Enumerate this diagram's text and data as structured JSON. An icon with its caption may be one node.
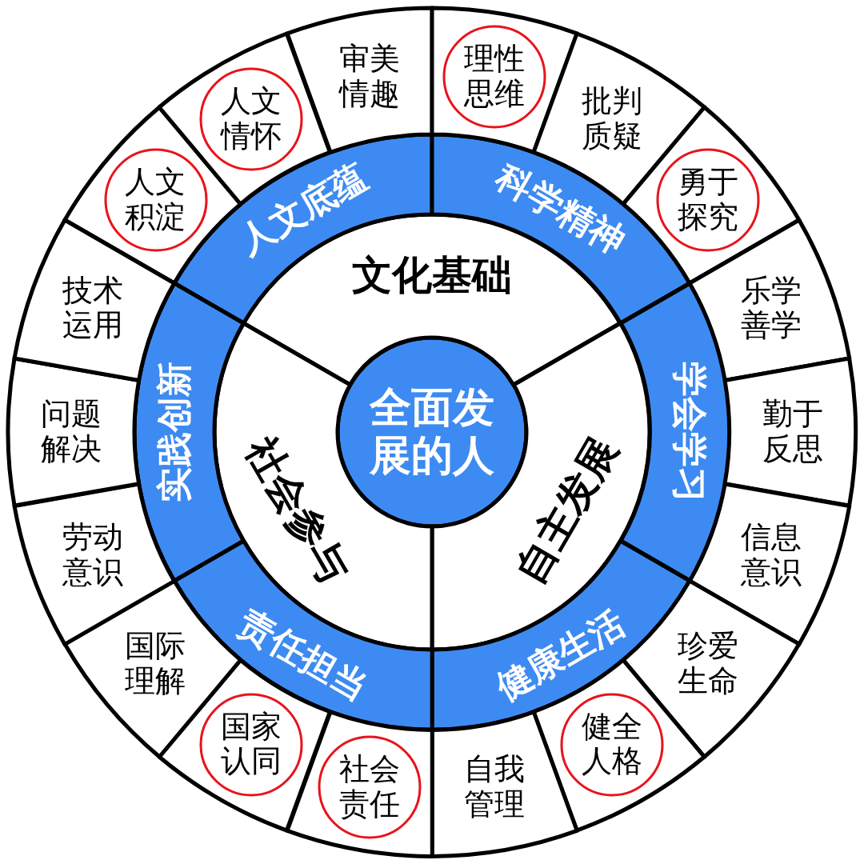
{
  "diagram": {
    "nodes": [
      {
        "text": [
          "全面发展的人"
        ]
      },
      {
        "text": [
          "文化基础"
        ]
      },
      {
        "text": [
          "自主发展"
        ]
      },
      {
        "text": [
          "社会参与"
        ]
      },
      {
        "text": [
          "人文底蕴"
        ]
      },
      {
        "text": [
          "科学精神"
        ]
      },
      {
        "text": [
          "学会学习"
        ]
      },
      {
        "text": [
          "健康生活"
        ]
      },
      {
        "text": [
          "责任担当"
        ]
      },
      {
        "text": [
          "实践创新"
        ]
      },
      {
        "text": [],
        "shape": "box"
      },
      {
        "text": [
          "人文积淀"
        ],
        "in": 10
      },
      {
        "text": [],
        "shape": "box"
      },
      {
        "text": [
          "人文情怀"
        ],
        "in": 12
      },
      {
        "text": [
          "审美情趣"
        ]
      },
      {
        "text": [],
        "shape": "box"
      },
      {
        "text": [
          "理性思维"
        ],
        "in": 15
      },
      {
        "text": [
          "批判质疑"
        ]
      },
      {
        "text": [],
        "shape": "box"
      },
      {
        "text": [
          "勇于探究"
        ],
        "in": 18
      },
      {
        "text": [
          "乐学善学"
        ]
      },
      {
        "text": [
          "勤于反思"
        ]
      },
      {
        "text": [
          "信息意识"
        ]
      },
      {
        "text": [
          "珍爱生命"
        ]
      },
      {
        "text": [],
        "shape": "box"
      },
      {
        "text": [
          "健全人格"
        ],
        "in": 24
      },
      {
        "text": [
          "自我管理"
        ]
      },
      {
        "text": [],
        "shape": "box"
      },
      {
        "text": [
          "社会责任"
        ],
        "in": 27
      },
      {
        "text": [],
        "shape": "box"
      },
      {
        "text": [
          "国家认同"
        ],
        "in": 29
      },
      {
        "text": [
          "国际理解"
        ]
      },
      {
        "text": [
          "劳动意识"
        ]
      },
      {
        "text": [
          "问题解决"
        ]
      },
      {
        "text": [
          "技术运用"
        ]
      }
    ]
  }
}
